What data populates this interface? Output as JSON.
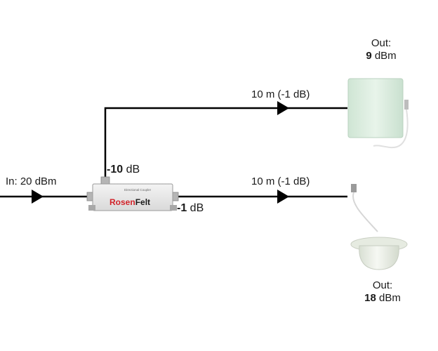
{
  "input": {
    "label": "In: 20 dBm"
  },
  "coupler": {
    "brand_part1": "Rosen",
    "brand_part2": "Felt",
    "tagline": "Directional Coupler",
    "tap_loss_value": "-10",
    "tap_loss_unit": " dB",
    "through_loss_value": "-1",
    "through_loss_unit": " dB"
  },
  "upper_branch": {
    "cable_label": "10 m (-1 dB)"
  },
  "lower_branch": {
    "cable_label": "10 m (-1 dB)"
  },
  "panel_antenna": {
    "out_label": "Out:",
    "out_value": "9",
    "out_unit": " dBm"
  },
  "ceiling_antenna": {
    "out_label": "Out:",
    "out_value": "18",
    "out_unit": " dBm"
  },
  "colors": {
    "line": "#000000",
    "brand_red": "#d2232a",
    "panel": "#dfeee3",
    "dome": "#eef1ea"
  }
}
